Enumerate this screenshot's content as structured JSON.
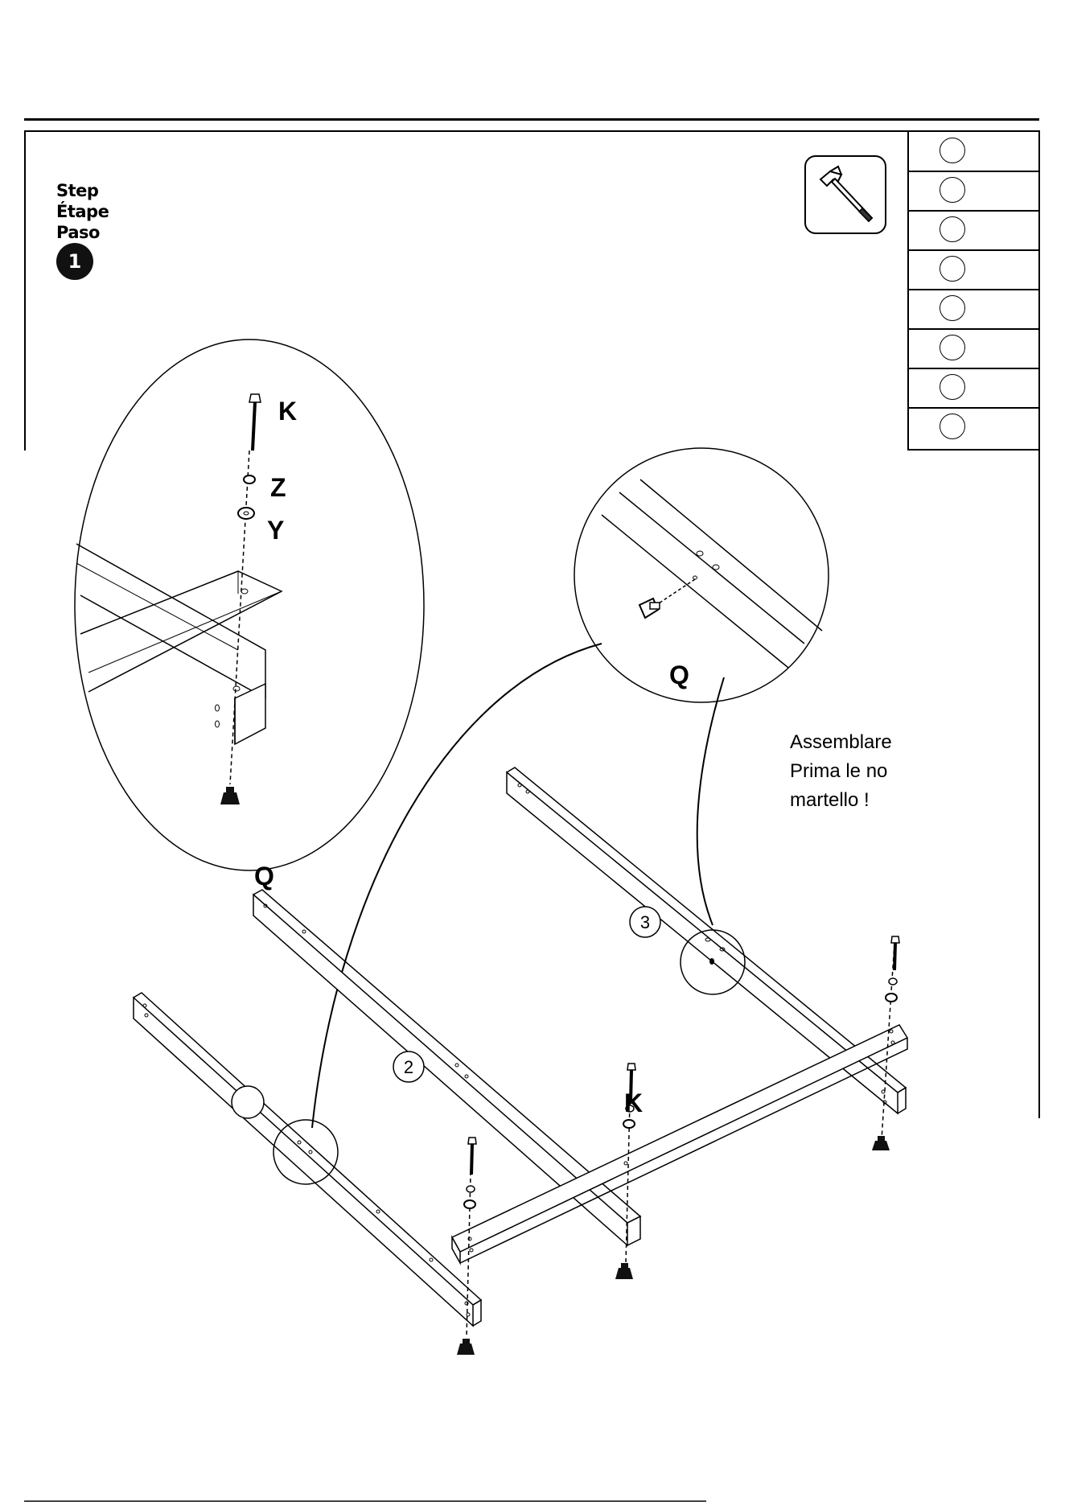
{
  "step": {
    "lines": [
      "Step",
      "Étape",
      "Paso"
    ],
    "number": "1"
  },
  "tool": {
    "icon": "hammer-icon"
  },
  "parts_table": {
    "rows": 8
  },
  "labels": {
    "bolt_detail": "K",
    "spring_washer": "Z",
    "flat_washer": "Y",
    "nut_detail_left": "Q",
    "nut_detail_right": "Q",
    "bolt_main": "K"
  },
  "part_numbers": {
    "rail_2": "2",
    "rail_3": "3"
  },
  "note": {
    "line1": "Assemblare",
    "line2": "Prima le no",
    "line3": "martello !"
  }
}
